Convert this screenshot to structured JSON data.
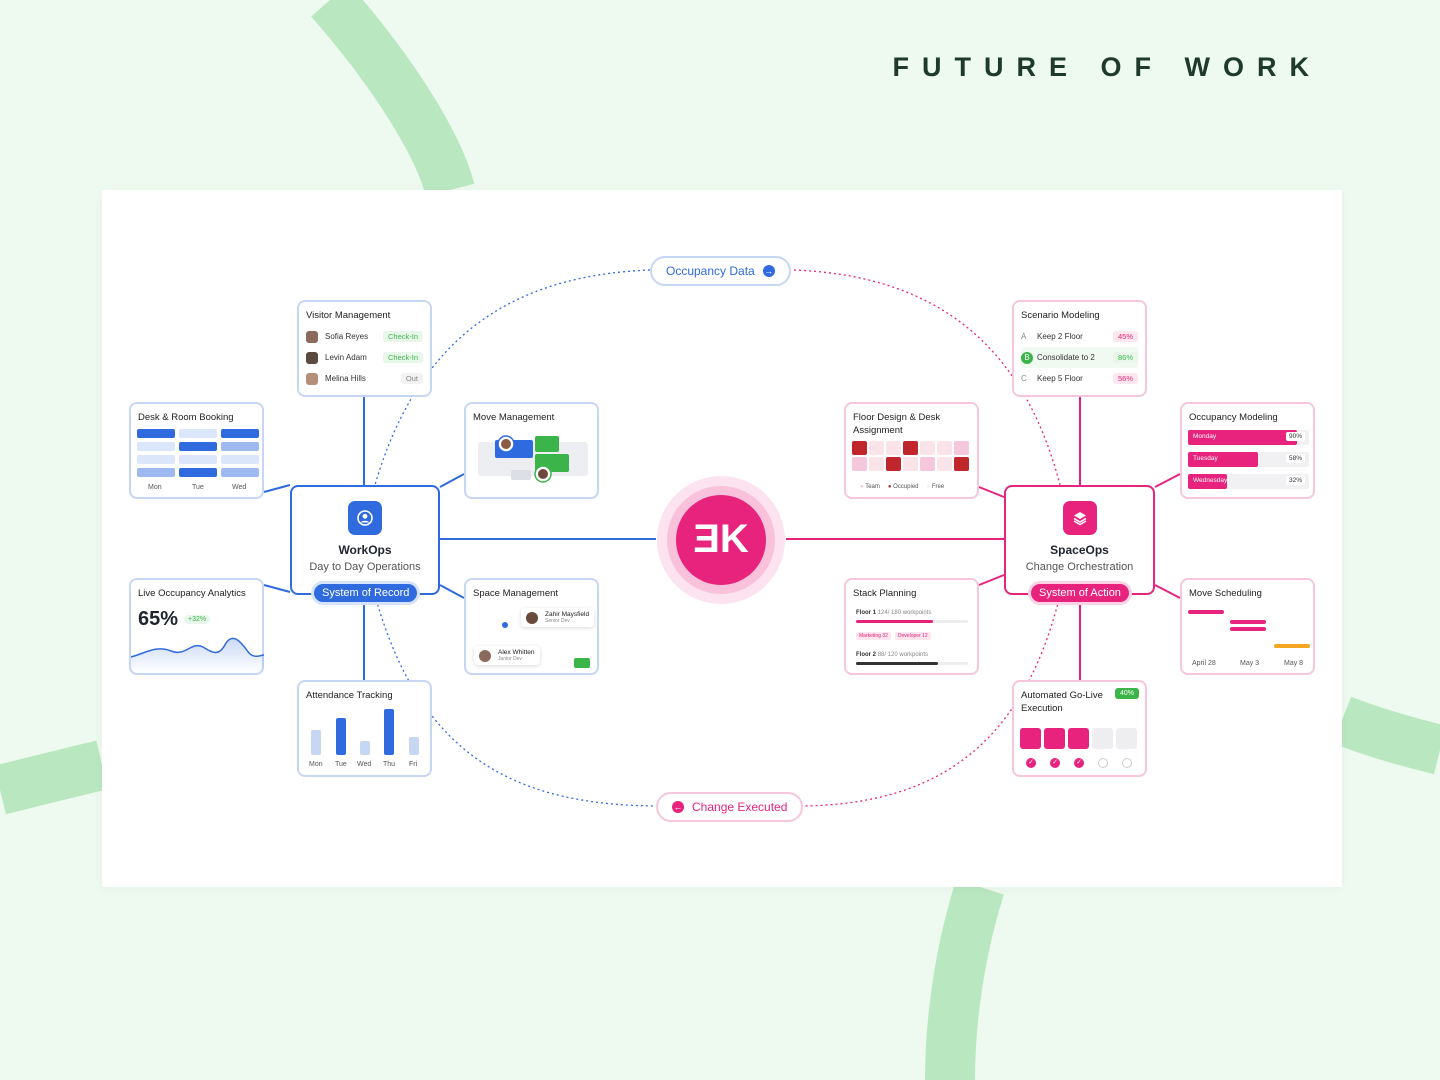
{
  "headline": "FUTURE OF WORK",
  "colors": {
    "blue": "#2f6bde",
    "pink": "#e8237e",
    "green": "#3bb54a",
    "bg": "#eef9ef"
  },
  "tags": {
    "top": "Occupancy Data",
    "bottom": "Change Executed"
  },
  "workops": {
    "title": "WorkOps",
    "subtitle": "Day to Day Operations",
    "pill": "System of Record",
    "icon": "user-icon"
  },
  "spaceops": {
    "title": "SpaceOps",
    "subtitle": "Change Orchestration",
    "pill": "System of Action",
    "icon": "layers-icon"
  },
  "center": {
    "logo": "ƎK",
    "icon": "logo-icon"
  },
  "visitor": {
    "title": "Visitor Management",
    "rows": [
      {
        "name": "Sofia Reyes",
        "status": "Check-In"
      },
      {
        "name": "Levin Adam",
        "status": "Check-In"
      },
      {
        "name": "Melina Hills",
        "status": "Out"
      }
    ]
  },
  "desk": {
    "title": "Desk & Room Booking",
    "days": [
      "Mon",
      "Tue",
      "Wed"
    ]
  },
  "move_mgmt": {
    "title": "Move Management"
  },
  "live": {
    "title": "Live Occupancy Analytics",
    "value": "65%",
    "delta": "+32%"
  },
  "space_mgmt": {
    "title": "Space Management",
    "people": [
      {
        "name": "Zahir Maysfield",
        "role": "Senior Dev"
      },
      {
        "name": "Alex Whitten",
        "role": "Junior Dev"
      }
    ]
  },
  "attendance": {
    "title": "Attendance Tracking",
    "days": [
      "Mon",
      "Tue",
      "Wed",
      "Thu",
      "Fri"
    ],
    "levels": [
      0.55,
      0.8,
      0.3,
      1.0,
      0.4
    ]
  },
  "scenario": {
    "title": "Scenario Modeling",
    "rows": [
      {
        "key": "A",
        "label": "Keep 2 Floor",
        "pct": "45%"
      },
      {
        "key": "B",
        "label": "Consolidate to 2",
        "pct": "86%"
      },
      {
        "key": "C",
        "label": "Keep 5 Floor",
        "pct": "56%"
      }
    ]
  },
  "floor": {
    "title": "Floor Design & Desk Assignment",
    "legend": [
      "Team",
      "Occupied",
      "Free"
    ]
  },
  "occ_model": {
    "title": "Occupancy Modeling",
    "rows": [
      {
        "day": "Monday",
        "pct": "90%",
        "level": 0.9
      },
      {
        "day": "Tuesday",
        "pct": "58%",
        "level": 0.58
      },
      {
        "day": "Wednesday",
        "pct": "32%",
        "level": 0.32
      }
    ]
  },
  "stack": {
    "title": "Stack Planning",
    "floor1": {
      "label": "Floor 1",
      "detail": "124/ 180 workpoints",
      "level": 0.69
    },
    "teams": [
      "Marketing 32",
      "Developer 12"
    ],
    "floor2": {
      "label": "Floor 2",
      "detail": "88/ 120 workpoints",
      "level": 0.73
    }
  },
  "move_sched": {
    "title": "Move Scheduling",
    "dates": [
      "April 28",
      "May 3",
      "May 8"
    ]
  },
  "golive": {
    "title": "Automated Go-Live Execution",
    "badge": "40%",
    "steps_done": 3,
    "steps_total": 5
  }
}
